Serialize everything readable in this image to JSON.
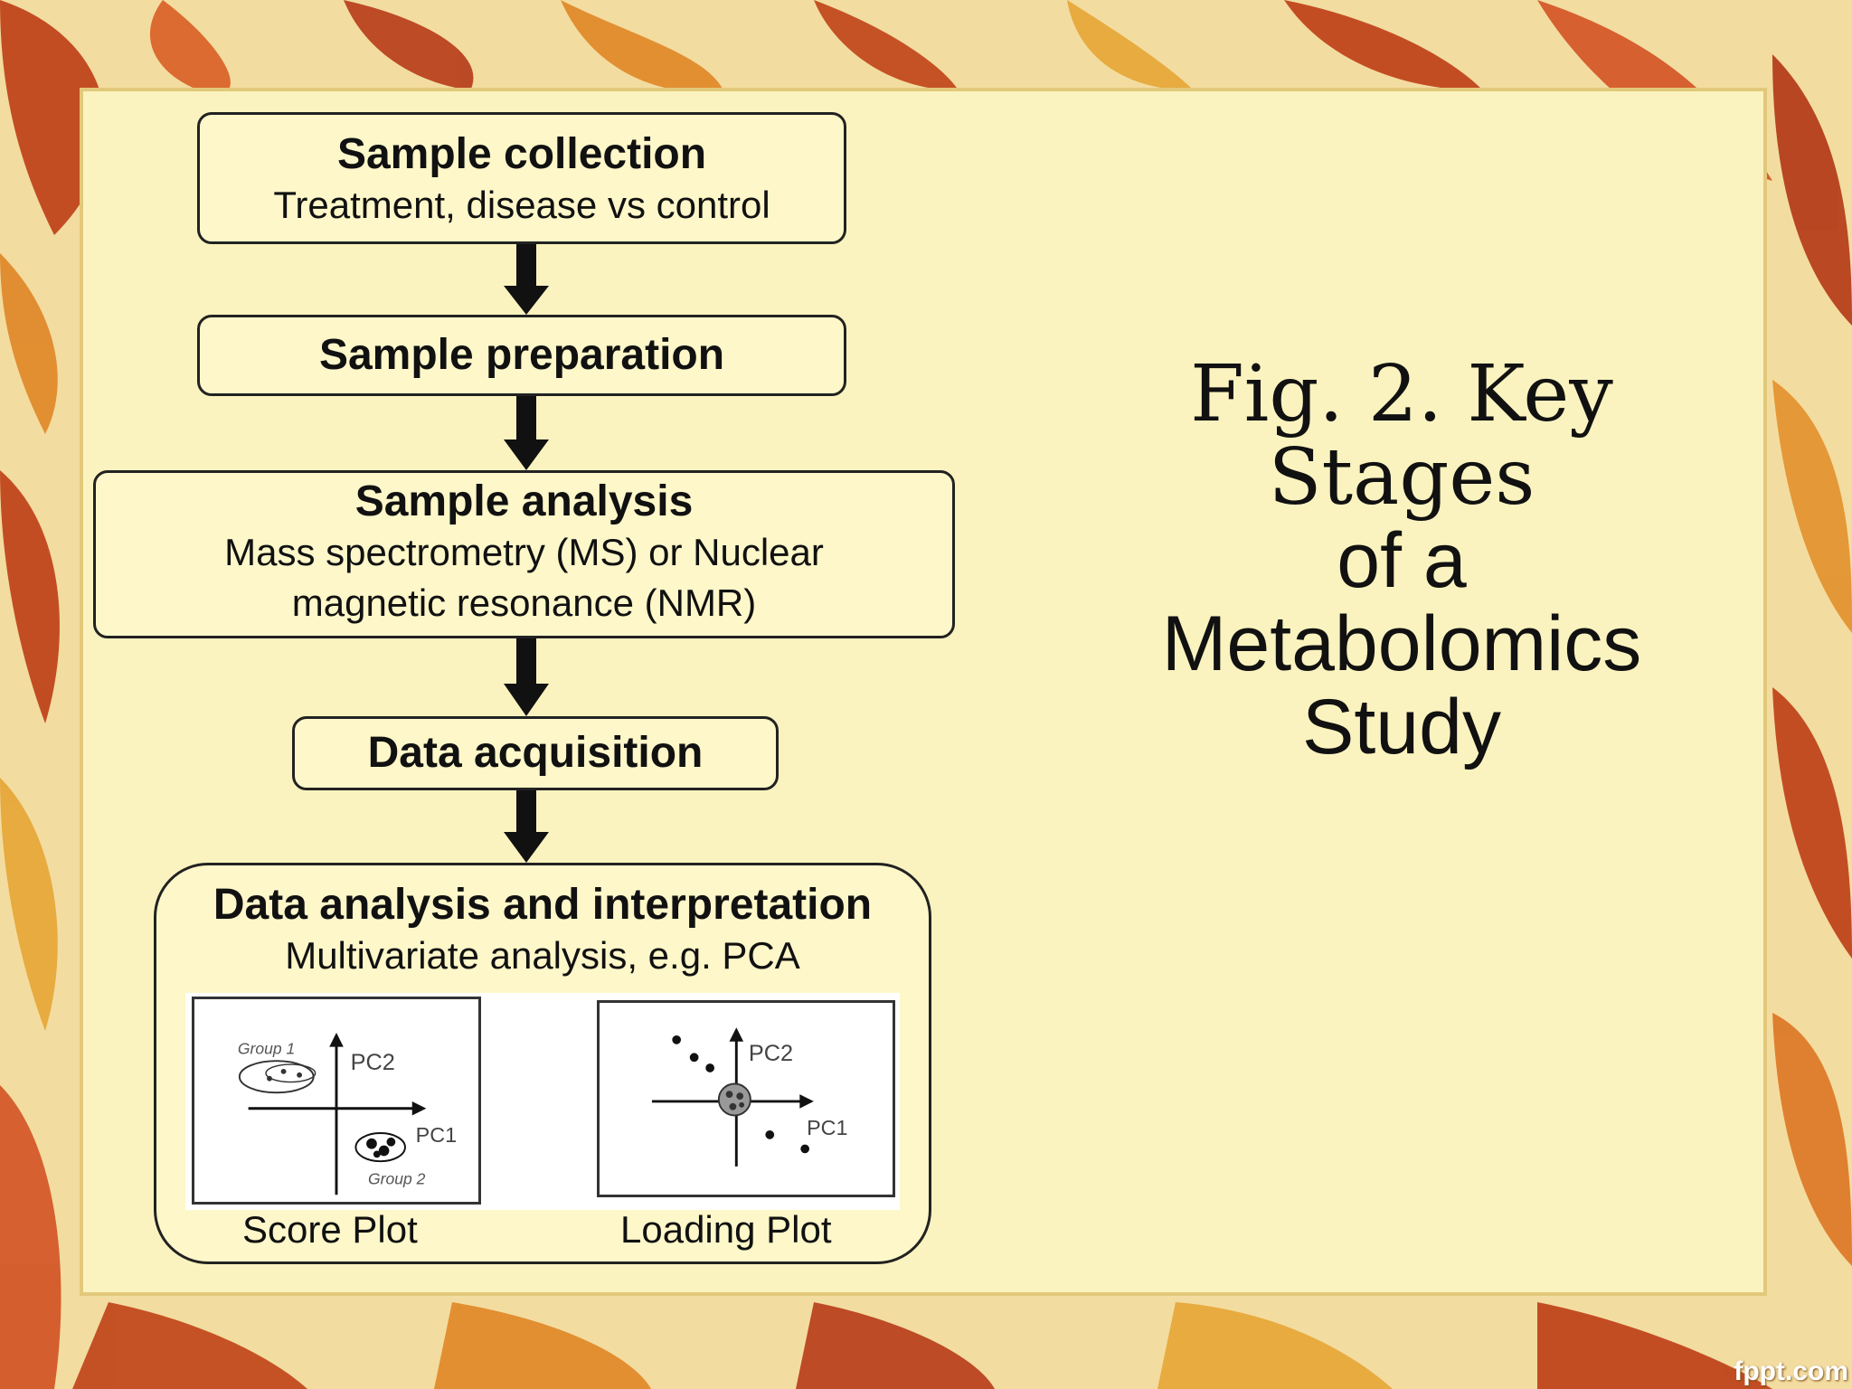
{
  "diagram": {
    "steps": [
      {
        "title": "Sample collection",
        "sub": [
          "Treatment, disease vs control"
        ]
      },
      {
        "title": "Sample preparation",
        "sub": []
      },
      {
        "title": "Sample analysis",
        "sub": [
          "Mass spectrometry (MS) or Nuclear",
          "magnetic resonance (NMR)"
        ]
      },
      {
        "title": "Data acquisition",
        "sub": []
      },
      {
        "title": "Data analysis and interpretation",
        "sub": [
          "Multivariate analysis, e.g. PCA"
        ]
      }
    ],
    "score_plot": {
      "label": "Score Plot",
      "group1": "Group 1",
      "group2": "Group 2",
      "pc1": "PC1",
      "pc2": "PC2"
    },
    "loading_plot": {
      "label": "Loading Plot",
      "pc1": "PC1",
      "pc2": "PC2"
    }
  },
  "title": {
    "line1": "Fig. 2. Key Stages",
    "line2": "of a",
    "line3": "Metabolomics",
    "line4": "Study"
  },
  "watermark": "fppt.com",
  "colors": {
    "panel": "#fbf3bf",
    "leaf_red": "#c0451c",
    "leaf_orange": "#e07a2a",
    "leaf_yellow": "#e8b43a"
  }
}
